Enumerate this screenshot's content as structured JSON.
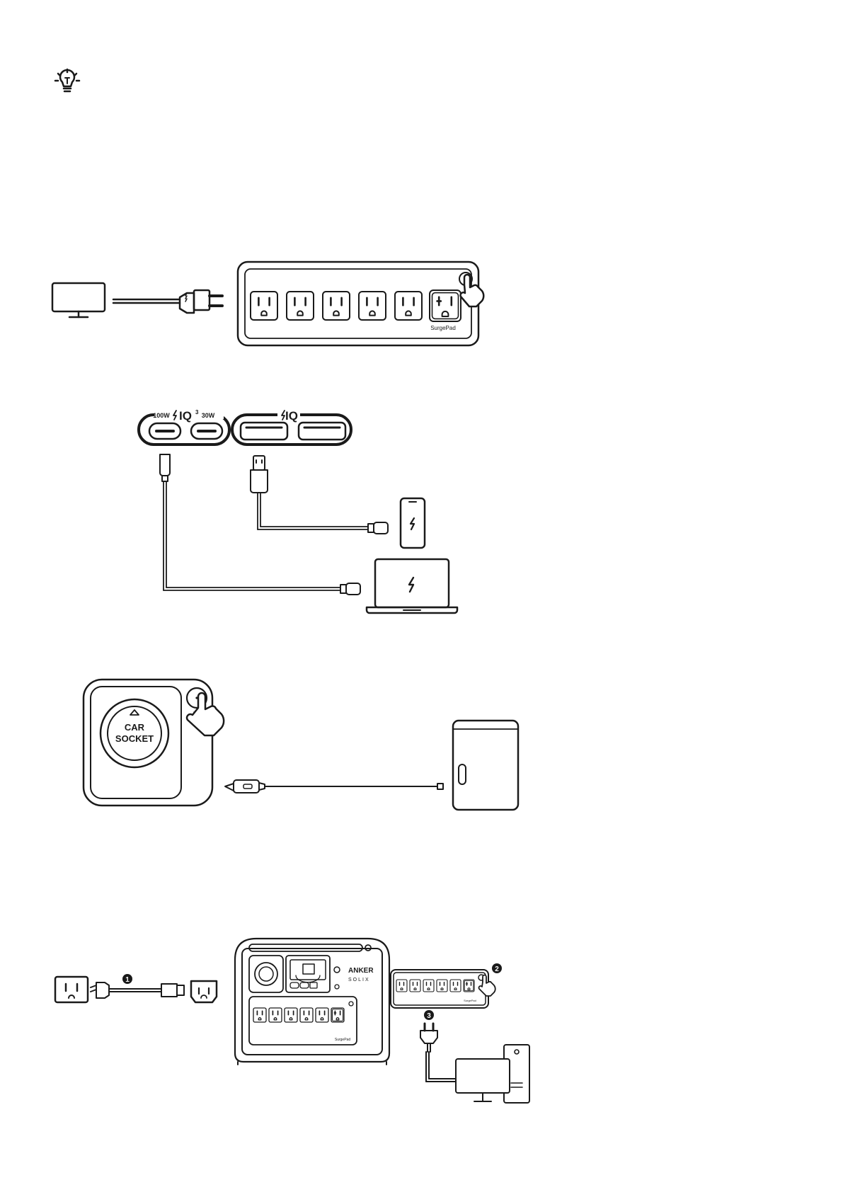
{
  "tip": {
    "icon": "lightbulb-icon"
  },
  "strip": {
    "brand": "SurgePad",
    "outlet_count": 6
  },
  "usb": {
    "c1_label": "100W",
    "c2_label": "30W",
    "iq3_label": "IQ",
    "iq3_sup": "3",
    "iq_label": "IQ"
  },
  "car": {
    "line1": "CAR",
    "line2": "SOCKET"
  },
  "ups": {
    "brand": "ANKER",
    "sub": "SOLIX",
    "steps": [
      "1",
      "2",
      "3"
    ],
    "panel_brand": "SurgePad"
  },
  "colors": {
    "ink": "#1a1a1a",
    "fill": "#ffffff"
  }
}
